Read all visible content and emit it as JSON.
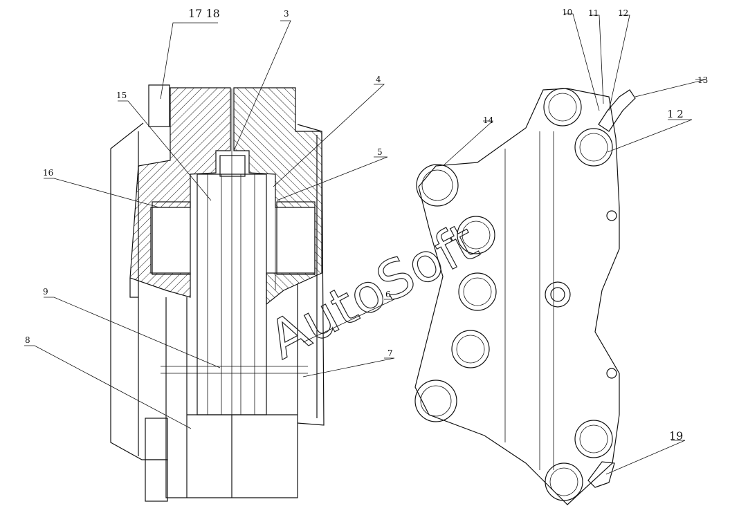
{
  "callouts": {
    "c17_18": "17 18",
    "c3": "3",
    "c4": "4",
    "c15": "15",
    "c16": "16",
    "c5": "5",
    "c9": "9",
    "c6": "6",
    "c7": "7",
    "c8": "8",
    "c10": "10",
    "c11": "11",
    "c12": "12",
    "c13": "13",
    "c14": "14",
    "c1_2": "1 2",
    "c19": "19"
  },
  "watermark": "AutoSoft"
}
